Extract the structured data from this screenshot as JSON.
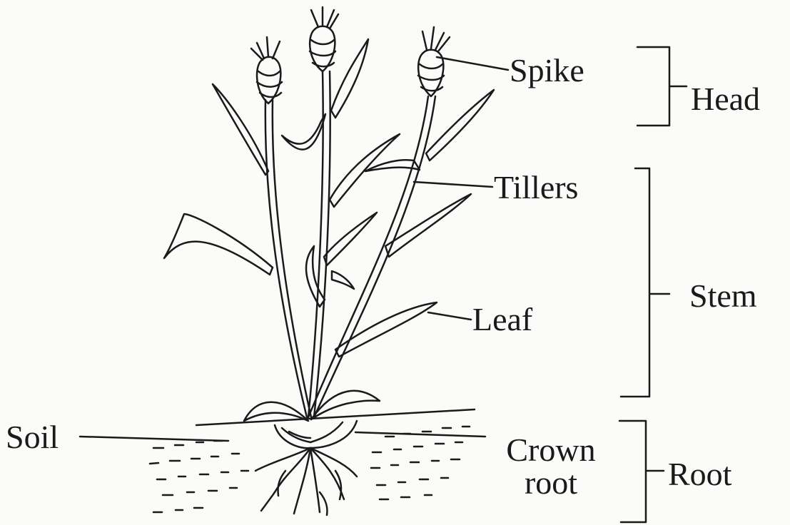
{
  "labels": {
    "spike": "Spike",
    "head": "Head",
    "tillers": "Tillers",
    "stem": "Stem",
    "leaf": "Leaf",
    "soil": "Soil",
    "crown_line1": "Crown",
    "crown_line2": "root",
    "root": "Root"
  },
  "colors": {
    "ink": "#1a1a1a",
    "paper": "#fbfbf9"
  }
}
